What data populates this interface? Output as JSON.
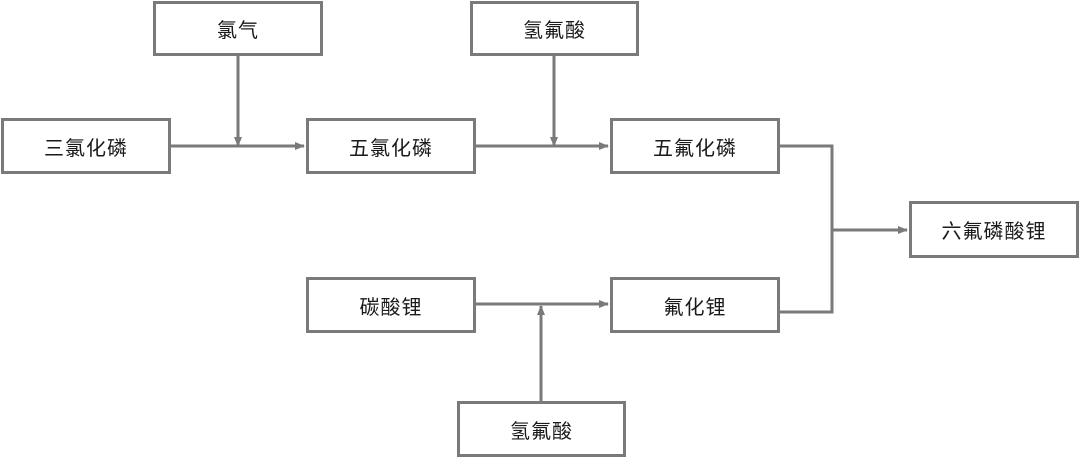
{
  "nodes": {
    "chlorine": "氯气",
    "hf_top": "氢氟酸",
    "pcl3": "三氯化磷",
    "pcl5": "五氯化磷",
    "pf5": "五氟化磷",
    "lipf6": "六氟磷酸锂",
    "li2co3": "碳酸锂",
    "lif": "氟化锂",
    "hf_bottom": "氢氟酸"
  },
  "colors": {
    "stroke": "#7a7a7a",
    "text": "#1a1a1a",
    "background": "#ffffff"
  }
}
